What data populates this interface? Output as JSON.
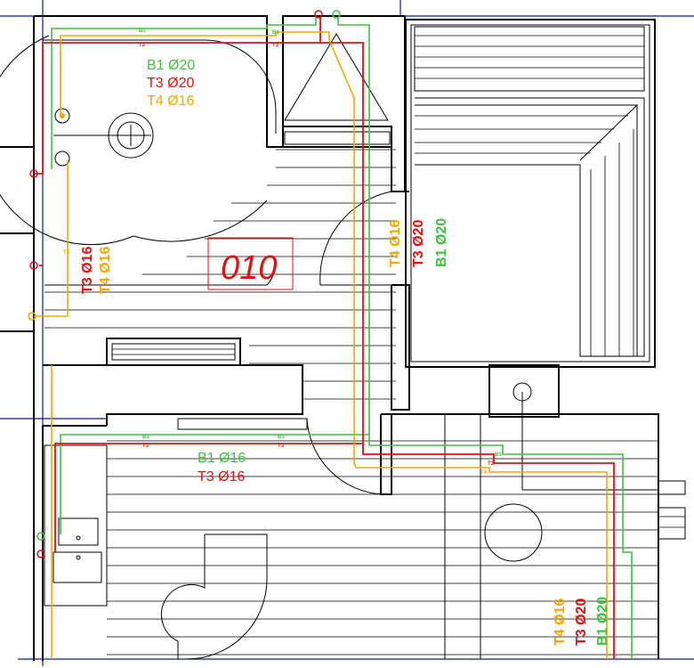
{
  "room_number": "010",
  "colors": {
    "supply": "#3fc13f",
    "heating": "#e01010",
    "return": "#f0a800",
    "walls": "#000000",
    "grid": "#0a1a9a"
  },
  "labels": {
    "top_group": [
      "B1 Ø20",
      "T3 Ø20",
      "T4 Ø16"
    ],
    "left_group": [
      "T3 Ø16",
      "T4 Ø16"
    ],
    "center_group": [
      "T4 Ø16",
      "T3 Ø20",
      "B1 Ø20"
    ],
    "mid_group": [
      "B1 Ø16",
      "T3 Ø16"
    ],
    "bottom_group": [
      "T4 Ø16",
      "T3 Ø20",
      "B1 Ø20"
    ]
  },
  "tags": {
    "b1": "B1",
    "t3": "T3",
    "t4": "T4"
  }
}
